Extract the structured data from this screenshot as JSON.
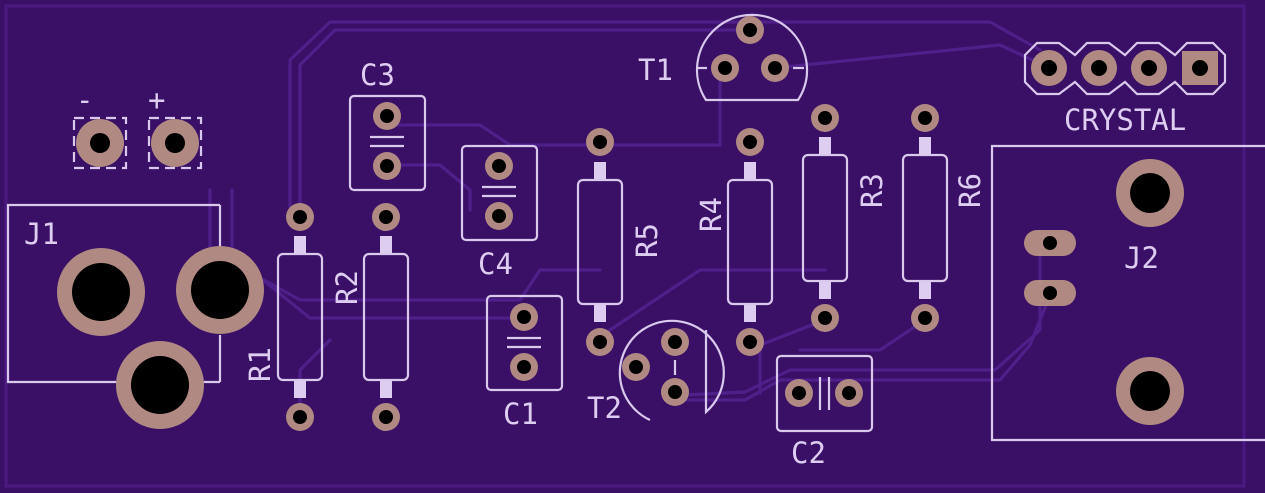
{
  "board": {
    "background_color": "#3a0f66",
    "silkscreen_color": "#ddcdf0",
    "copper_color": "#b08a82",
    "trace_color": "#4f1f8a"
  },
  "labels": {
    "j1": "J1",
    "j2": "J2",
    "r1": "R1",
    "r2": "R2",
    "r3": "R3",
    "r4": "R4",
    "r5": "R5",
    "r6": "R6",
    "c1": "C1",
    "c2": "C2",
    "c3": "C3",
    "c4": "C4",
    "t1": "T1",
    "t2": "T2",
    "crystal": "CRYSTAL",
    "minus": "-",
    "plus": "+"
  }
}
